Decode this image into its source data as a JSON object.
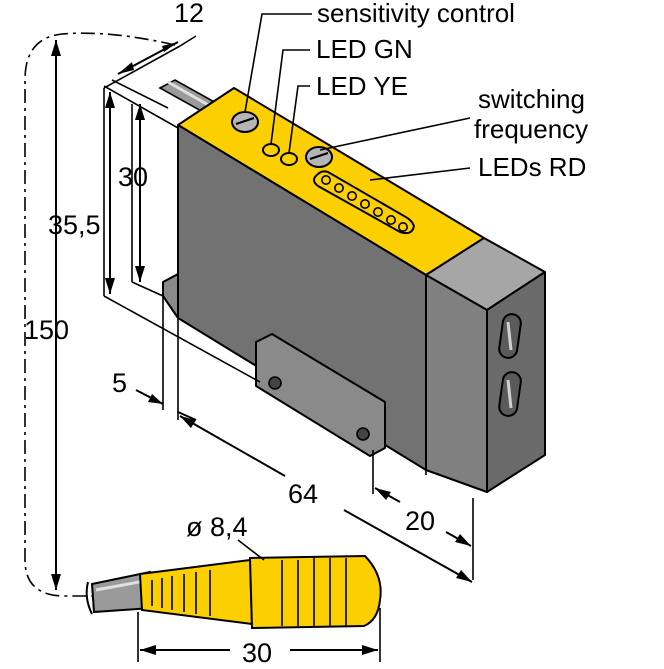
{
  "callouts": {
    "sensitivity_control": "sensitivity control",
    "led_gn": "LED GN",
    "led_ye": "LED YE",
    "switching_frequency_line1": "switching",
    "switching_frequency_line2": "frequency",
    "leds_rd": "LEDs RD"
  },
  "dimensions": {
    "width_top": "12",
    "height_30": "30",
    "height_35_5": "35,5",
    "cable_length": "150",
    "foot_5": "5",
    "length_64": "64",
    "depth_20": "20",
    "connector_diameter": "ø 8,4",
    "connector_length": "30"
  },
  "colors": {
    "body_dark": "#6f6f6f",
    "body_front": "#808080",
    "body_top_gray": "#a6a6a6",
    "label_yellow": "#fcd000",
    "cable_gray": "#9a9a9a"
  }
}
